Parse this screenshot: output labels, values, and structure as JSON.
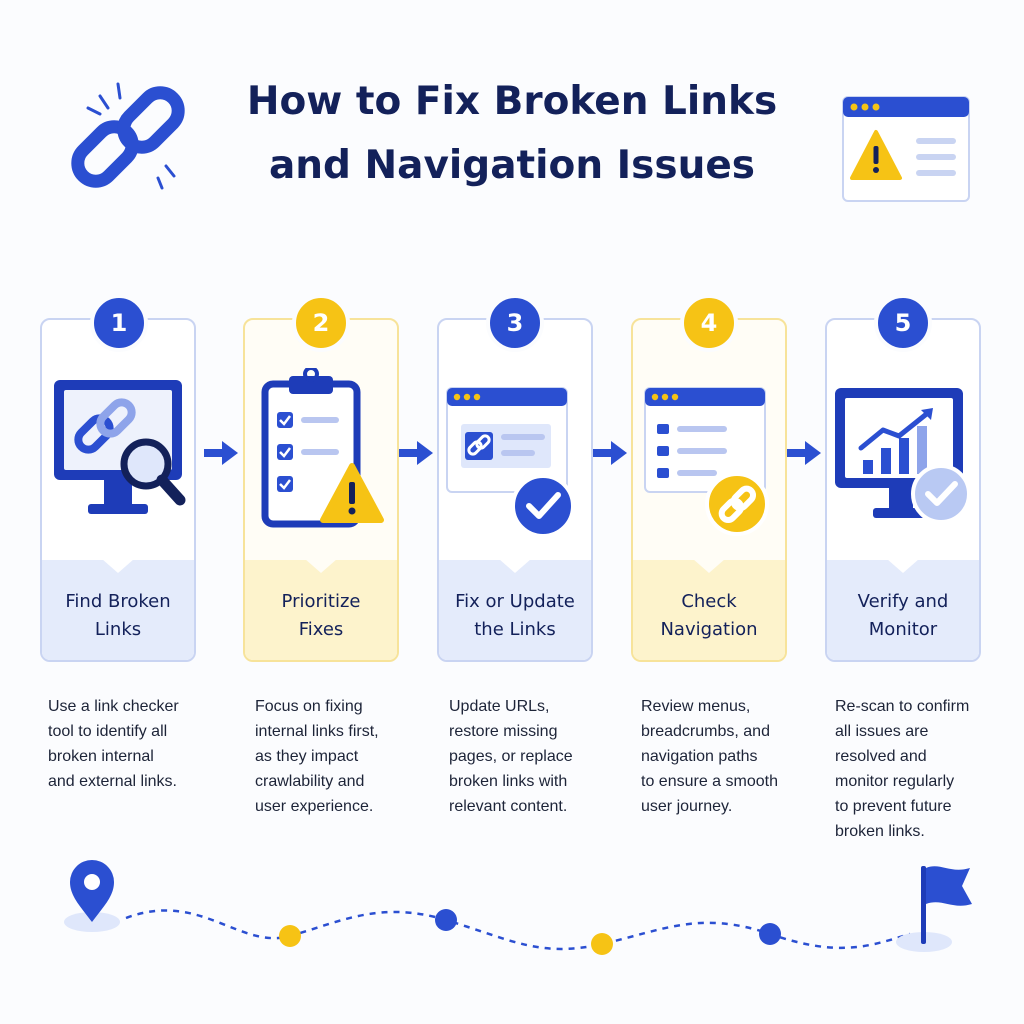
{
  "title": {
    "line1": "How to Fix Broken Links",
    "line2": "and Navigation Issues"
  },
  "steps": [
    {
      "number": "1",
      "label_line1": "Find Broken",
      "label_line2": "Links",
      "theme": "blue",
      "icon": "monitor-link-magnifier-icon",
      "description": [
        "Use a link checker",
        "tool to identify all",
        "broken internal",
        "and external links."
      ]
    },
    {
      "number": "2",
      "label_line1": "Prioritize",
      "label_line2": "Fixes",
      "theme": "yellow",
      "icon": "clipboard-warning-icon",
      "description": [
        "Focus on fixing",
        "internal links first,",
        "as they impact",
        "crawlability and",
        "user experience."
      ]
    },
    {
      "number": "3",
      "label_line1": "Fix or Update",
      "label_line2": "the Links",
      "theme": "blue",
      "icon": "browser-link-check-icon",
      "description": [
        "Update URLs,",
        "restore missing",
        "pages, or replace",
        "broken links with",
        "relevant content."
      ]
    },
    {
      "number": "4",
      "label_line1": "Check",
      "label_line2": "Navigation",
      "theme": "yellow",
      "icon": "browser-menu-link-icon",
      "description": [
        "Review menus,",
        "breadcrumbs, and",
        "navigation paths",
        "to ensure a smooth",
        "user journey."
      ]
    },
    {
      "number": "5",
      "label_line1": "Verify and",
      "label_line2": "Monitor",
      "theme": "blue",
      "icon": "monitor-chart-check-icon",
      "description": [
        "Re-scan to confirm",
        "all issues are",
        "resolved and",
        "monitor regularly",
        "to prevent future",
        "broken links."
      ]
    }
  ],
  "colors": {
    "primary_blue": "#2b4fd1",
    "accent_yellow": "#f6c315",
    "dark_navy": "#13215a",
    "light_blue": "#e4ebfb",
    "light_yellow": "#fdf3cc"
  },
  "decor": {
    "header_left_icon": "chain-link-icon",
    "header_right_icon": "browser-warning-icon",
    "path_start_icon": "location-pin-icon",
    "path_end_icon": "flag-icon"
  }
}
